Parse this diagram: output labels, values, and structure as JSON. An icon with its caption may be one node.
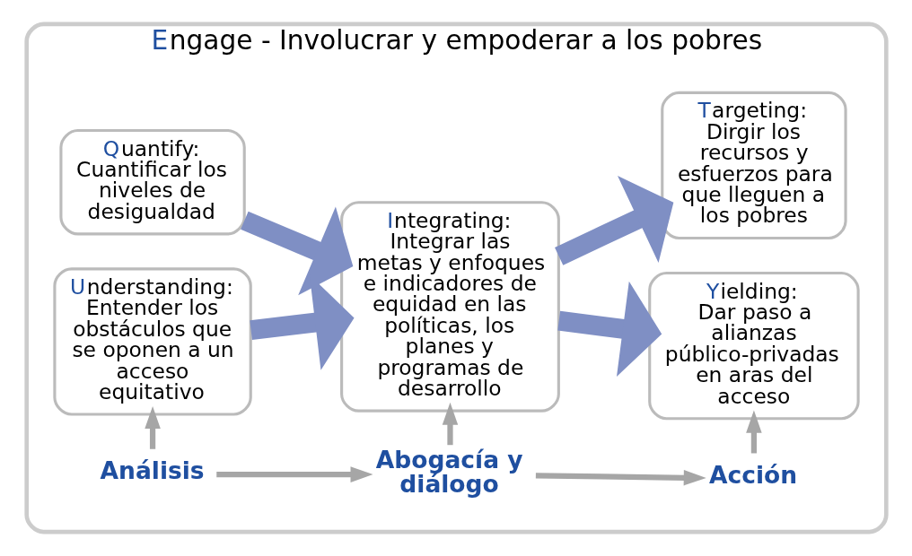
{
  "diagram": {
    "nodes": [
      {
        "text": [
          "Engage - Involucrar y empoderar a los pobres"
        ]
      },
      {
        "text": [
          "Quantify:",
          "Cuantificar los niveles de desigualdad"
        ],
        "in": 0
      },
      {
        "text": [
          "Understanding:",
          "Entender los obstáculos que se oponen a un acceso equitativo"
        ],
        "in": 0
      },
      {
        "text": [
          "Integrating:",
          "Integrar las metas y enfoques e indicadores de equidad en las políticas, los planes y programas de desarrollo"
        ],
        "in": 0
      },
      {
        "text": [
          "Targeting:",
          "Dirgir los recursos y esfuerzos para que lleguen a los pobres"
        ],
        "in": 0
      },
      {
        "text": [
          "Yielding:",
          "Dar paso a alianzas público-privadas en aras del acceso"
        ],
        "in": 0
      },
      {
        "text": [
          "Análisis"
        ],
        "in": 0
      },
      {
        "text": [
          "Abogacía y diálogo"
        ],
        "in": 0
      },
      {
        "text": [
          "Acción"
        ],
        "in": 0
      }
    ],
    "edges": [
      {
        "from": 1,
        "to": 3,
        "arrow": "to",
        "style": "thick",
        "color": "#7f8fc4"
      },
      {
        "from": 2,
        "to": 3,
        "arrow": "to",
        "style": "thick",
        "color": "#7f8fc4"
      },
      {
        "from": 3,
        "to": 4,
        "arrow": "to",
        "style": "thick",
        "color": "#7f8fc4"
      },
      {
        "from": 3,
        "to": 5,
        "arrow": "to",
        "style": "thick",
        "color": "#7f8fc4"
      },
      {
        "from": 6,
        "to": 2,
        "arrow": "to"
      },
      {
        "from": 7,
        "to": 3,
        "arrow": "to"
      },
      {
        "from": 8,
        "to": 5,
        "arrow": "to"
      },
      {
        "from": 6,
        "to": 7,
        "arrow": "to"
      },
      {
        "from": 7,
        "to": 8,
        "arrow": "to"
      }
    ]
  }
}
